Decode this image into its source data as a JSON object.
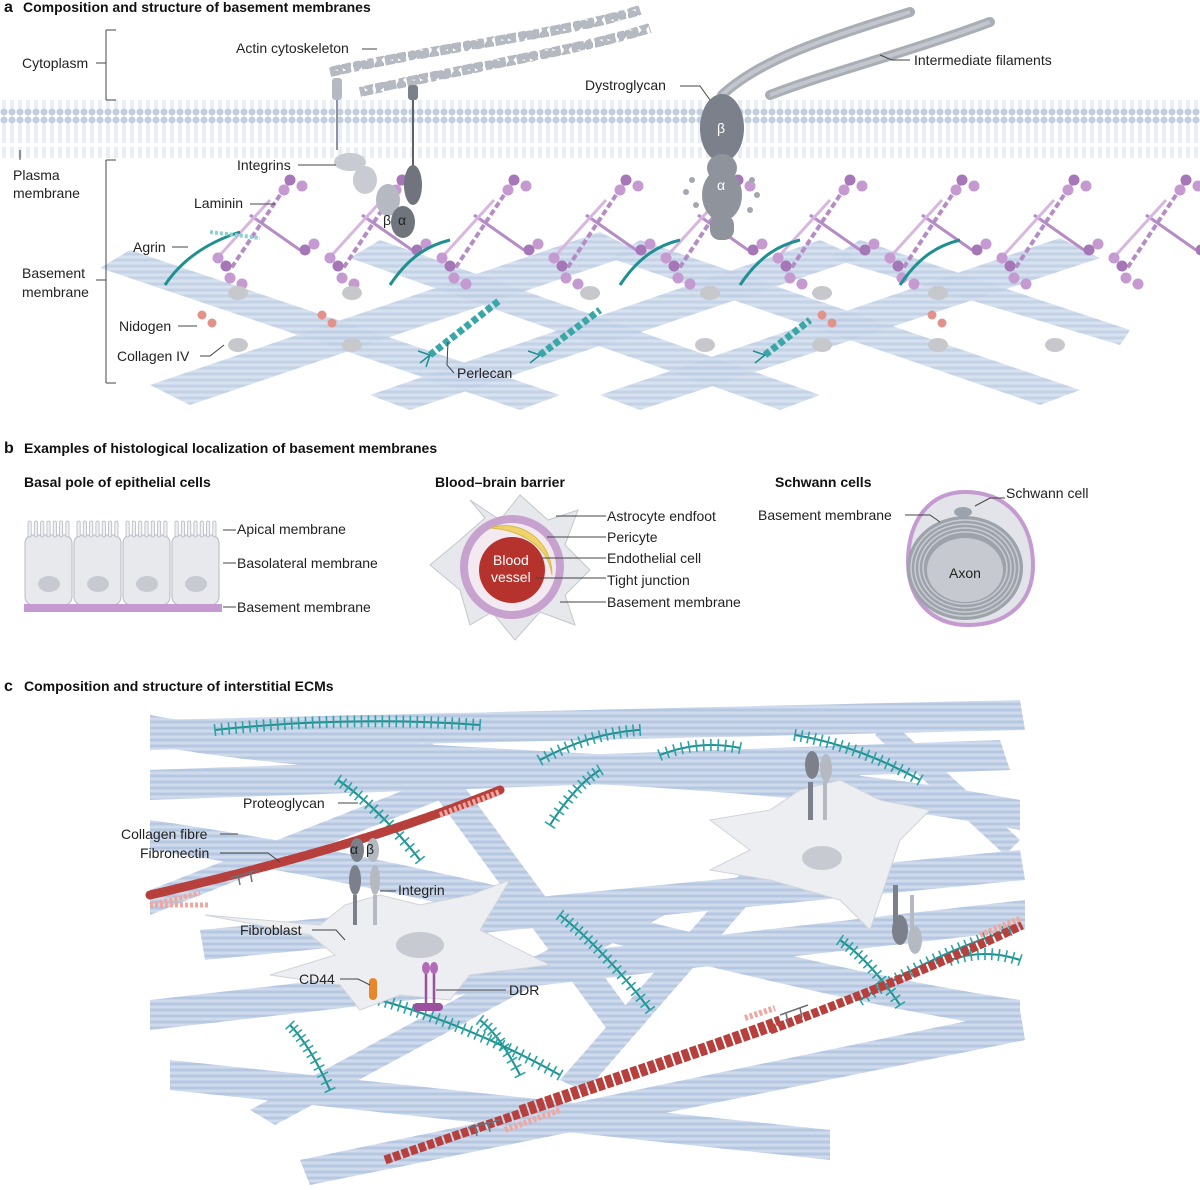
{
  "panel_a": {
    "letter": "a",
    "title": "Composition and structure of basement membranes",
    "labels": {
      "cytoplasm": "Cytoplasm",
      "plasma_membrane_1": "Plasma",
      "plasma_membrane_2": "membrane",
      "basement_membrane_1": "Basement",
      "basement_membrane_2": "membrane",
      "actin": "Actin cytoskeleton",
      "intermediate": "Intermediate filaments",
      "dystroglycan": "Dystroglycan",
      "integrins": "Integrins",
      "laminin": "Laminin",
      "agrin": "Agrin",
      "nidogen": "Nidogen",
      "collagen_iv": "Collagen IV",
      "perlecan": "Perlecan",
      "beta": "β",
      "alpha": "α"
    }
  },
  "panel_b": {
    "letter": "b",
    "title": "Examples of histological localization of basement membranes",
    "epithelial": {
      "title": "Basal pole of epithelial cells",
      "apical": "Apical membrane",
      "basolateral": "Basolateral membrane",
      "basement": "Basement membrane"
    },
    "bbb": {
      "title": "Blood–brain barrier",
      "vessel_1": "Blood",
      "vessel_2": "vessel",
      "astrocyte": "Astrocyte endfoot",
      "pericyte": "Pericyte",
      "endothelial": "Endothelial cell",
      "tight": "Tight junction",
      "basement": "Basement membrane"
    },
    "schwann": {
      "title": "Schwann cells",
      "schwann_cell": "Schwann cell",
      "basement": "Basement membrane",
      "axon": "Axon"
    }
  },
  "panel_c": {
    "letter": "c",
    "title": "Composition and structure of interstitial ECMs",
    "labels": {
      "proteoglycan": "Proteoglycan",
      "collagen_fibre": "Collagen fibre",
      "fibronectin": "Fibronectin",
      "integrin": "Integrin",
      "fibroblast": "Fibroblast",
      "cd44": "CD44",
      "ddr": "DDR",
      "alpha": "α",
      "beta": "β"
    }
  },
  "colors": {
    "membrane_blue": "#c9d6e6",
    "laminin_purple": "#b58cc4",
    "collagen_blue": "#c5d4ea",
    "teal": "#2aa3a3",
    "fibronectin_red": "#b8403f",
    "cell_grey": "#e4e6ea",
    "protein_grey": "#8f939c"
  }
}
